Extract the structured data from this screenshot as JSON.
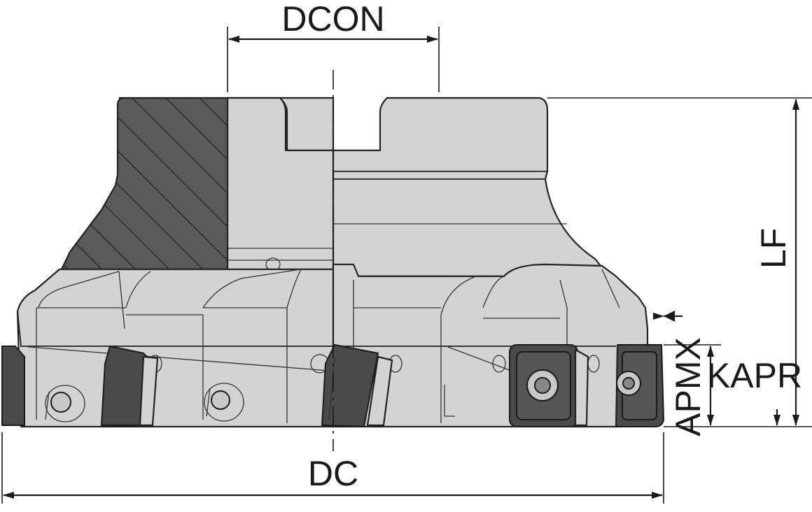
{
  "labels": {
    "dcon": "DCON",
    "lf": "LF",
    "apmx": "APMX",
    "kapr": "KAPR",
    "dc": "DC"
  },
  "colors": {
    "body": "#d3d3d3",
    "section": "#5a5a5a",
    "insert": "#4a4a4a",
    "line": "#1a1a1a"
  }
}
